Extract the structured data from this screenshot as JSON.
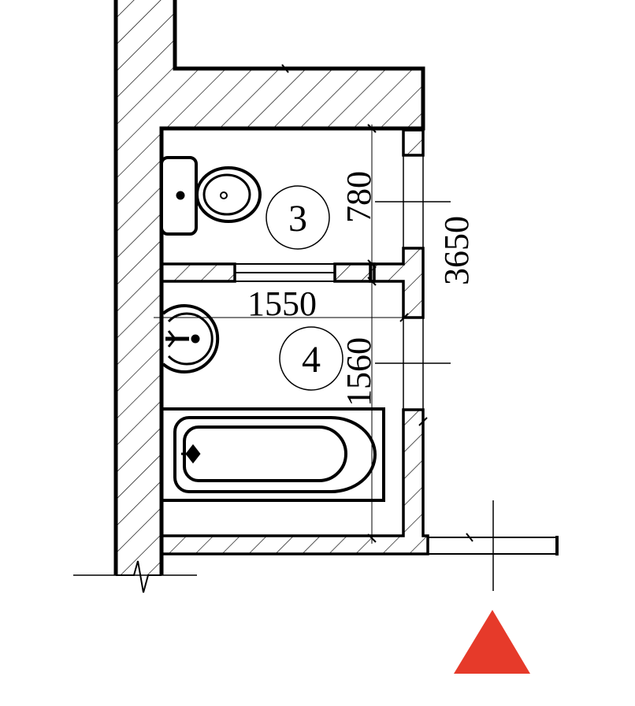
{
  "plan": {
    "rooms": [
      {
        "number": "3",
        "fixture": "toilet"
      },
      {
        "number": "4",
        "fixtures": [
          "washbasin",
          "bathtub"
        ]
      }
    ],
    "dimensions": {
      "room3_depth": "780",
      "width": "1550",
      "room4_depth": "1560",
      "overall": "3650"
    },
    "marker": {
      "shape": "triangle",
      "color": "#e63a2a"
    }
  }
}
